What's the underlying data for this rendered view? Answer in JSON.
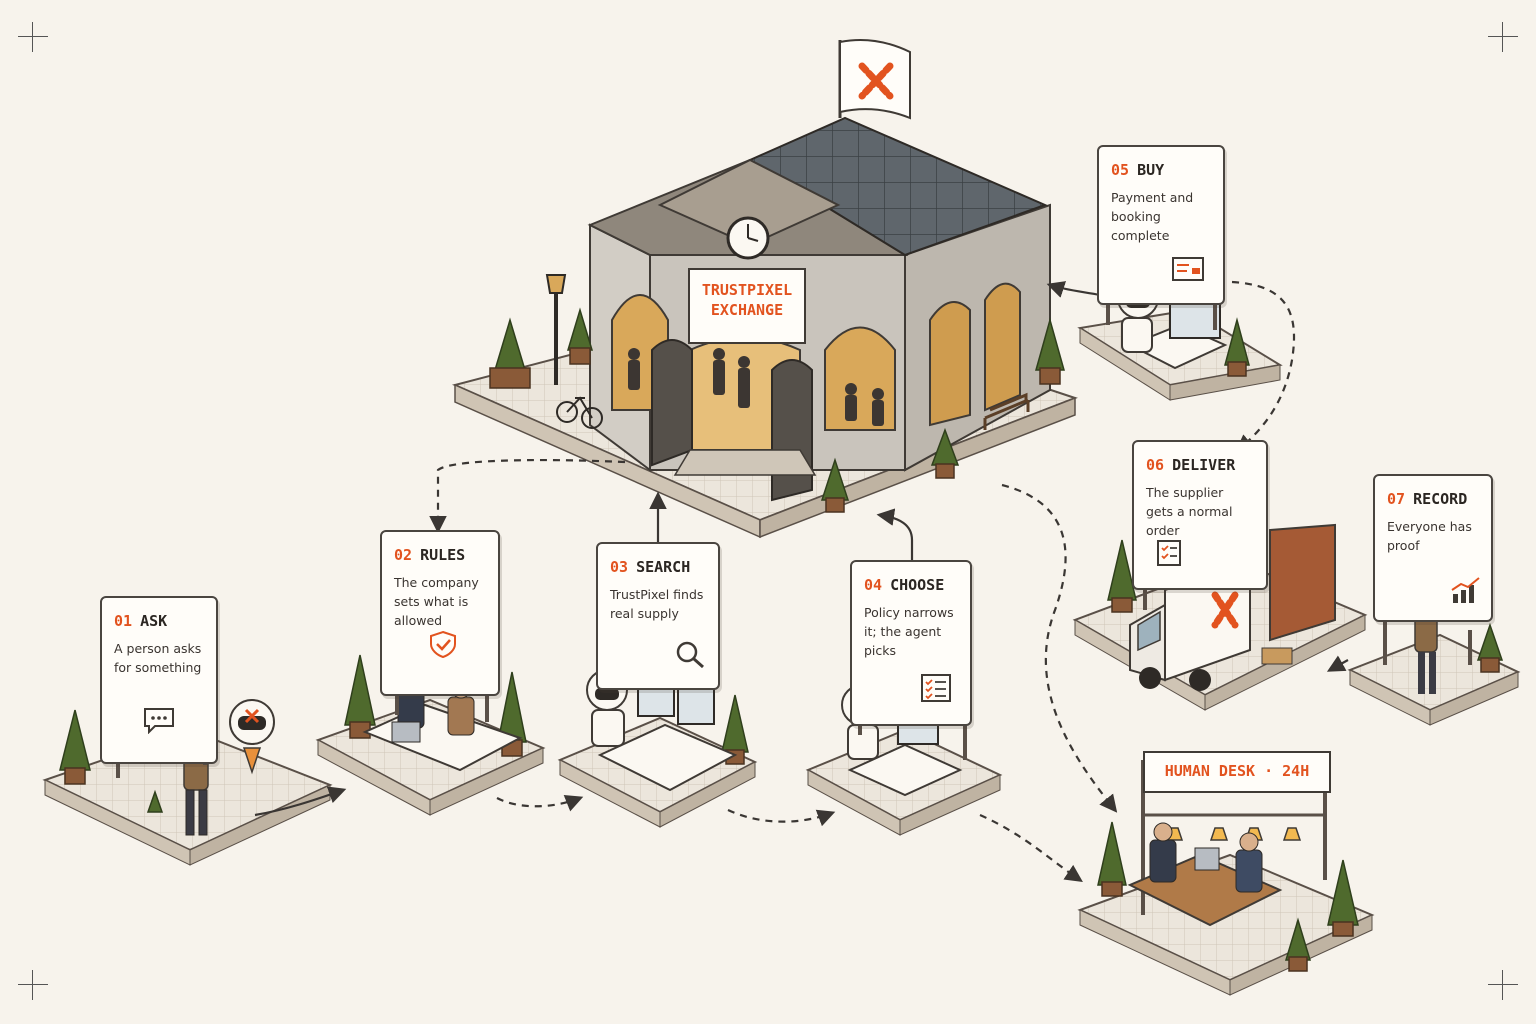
{
  "accent_color": "#e2531f",
  "exchange": {
    "line1": "TRUSTPIXEL",
    "line2": "EXCHANGE"
  },
  "steps": [
    {
      "num": "01",
      "title": "ASK",
      "desc": "A person asks for something",
      "icon": "chat-bubble-icon"
    },
    {
      "num": "02",
      "title": "RULES",
      "desc": "The company sets what is allowed",
      "icon": "shield-check-icon"
    },
    {
      "num": "03",
      "title": "SEARCH",
      "desc": "TrustPixel finds real supply",
      "icon": "magnifier-icon"
    },
    {
      "num": "04",
      "title": "CHOOSE",
      "desc": "Policy narrows it; the agent picks",
      "icon": "checklist-icon"
    },
    {
      "num": "05",
      "title": "BUY",
      "desc": "Payment and booking complete",
      "icon": "card-icon"
    },
    {
      "num": "06",
      "title": "DELIVER",
      "desc": "The supplier gets a normal order",
      "icon": "order-icon"
    },
    {
      "num": "07",
      "title": "RECORD",
      "desc": "Everyone has proof",
      "icon": "bar-chart-icon"
    }
  ],
  "human_desk": {
    "label": "HUMAN DESK · 24H"
  }
}
